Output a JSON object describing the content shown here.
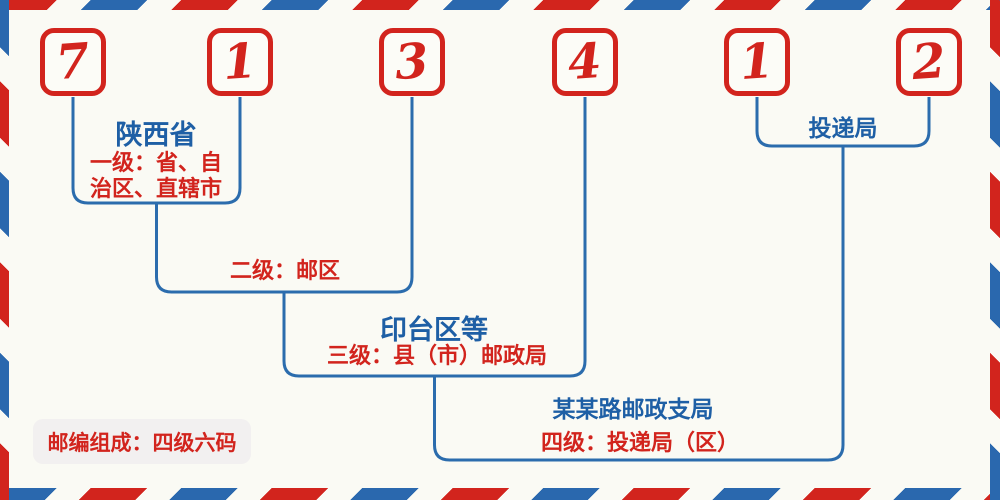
{
  "diagram": {
    "title_meaning": "postal-code-structure",
    "colors": {
      "accent_red": "#d2241d",
      "line_blue": "#2b6cad",
      "heading_blue": "#1e5fa5",
      "background": "#fafaf4",
      "badge_background": "#f2f0f0"
    }
  },
  "postal_code": {
    "digits": [
      "7",
      "1",
      "3",
      "4",
      "1",
      "2"
    ]
  },
  "levels": [
    {
      "name": "陕西省",
      "desc_line1": "一级：省、自",
      "desc_line2": "治区、直辖市"
    },
    {
      "desc": "二级：邮区"
    },
    {
      "name": "印台区等",
      "desc": "三级：县（市）邮政局"
    },
    {
      "name": "某某路邮政支局",
      "desc": "四级：投递局（区）"
    },
    {
      "name": "投递局"
    }
  ],
  "footer": {
    "composition": "邮编组成：四级六码"
  }
}
